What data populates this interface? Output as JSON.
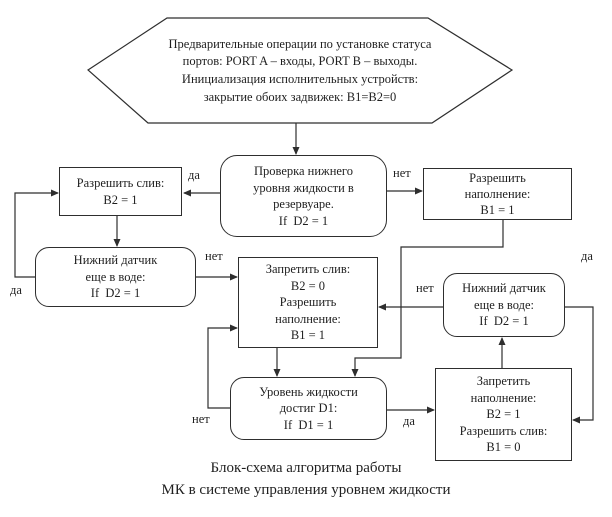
{
  "diagram": {
    "title_caption": "Блок-схема алгоритма работы\nМК в системе управления уровнем жидкости",
    "start_hexagon": {
      "text": "Предварительные операции по установке статуса\nпортов: PORT A – входы, PORT B – выходы.\nИнициализация исполнительных устройств:\nзакрытие обоих задвижек: B1=B2=0"
    },
    "boxes": {
      "check_lower_level": {
        "shape": "rounded",
        "text": "Проверка нижнего\nуровня жидкости в\nрезервуаре.\nIf  D2 = 1"
      },
      "allow_drain": {
        "shape": "rect",
        "text": "Разрешить слив:\nB2 = 1"
      },
      "allow_fill": {
        "shape": "rect",
        "text": "Разрешить\nнаполнение:\nB1 = 1"
      },
      "lower_sensor_left": {
        "shape": "rounded",
        "text": "Нижний датчик\nеще в воде:\nIf  D2 = 1"
      },
      "forbid_drain_allow_fill": {
        "shape": "rect",
        "text": "Запретить слив:\nB2 = 0\nРазрешить\nнаполнение:\nB1 = 1"
      },
      "lower_sensor_right": {
        "shape": "rounded",
        "text": "Нижний датчик\nеще в воде:\nIf  D2 = 1"
      },
      "level_reached_d1": {
        "shape": "rounded",
        "text": "Уровень жидкости\nдостиг D1:\nIf  D1 = 1"
      },
      "forbid_fill_allow_drain": {
        "shape": "rect",
        "text": "Запретить\nнаполнение:\nB2 = 1\nРазрешить слив:\nB1 = 0"
      }
    },
    "labels": {
      "yes": "да",
      "no": "нет"
    },
    "colors": {
      "line": "#2e2e2e",
      "text": "#1f1f1f",
      "background": "#ffffff"
    }
  }
}
